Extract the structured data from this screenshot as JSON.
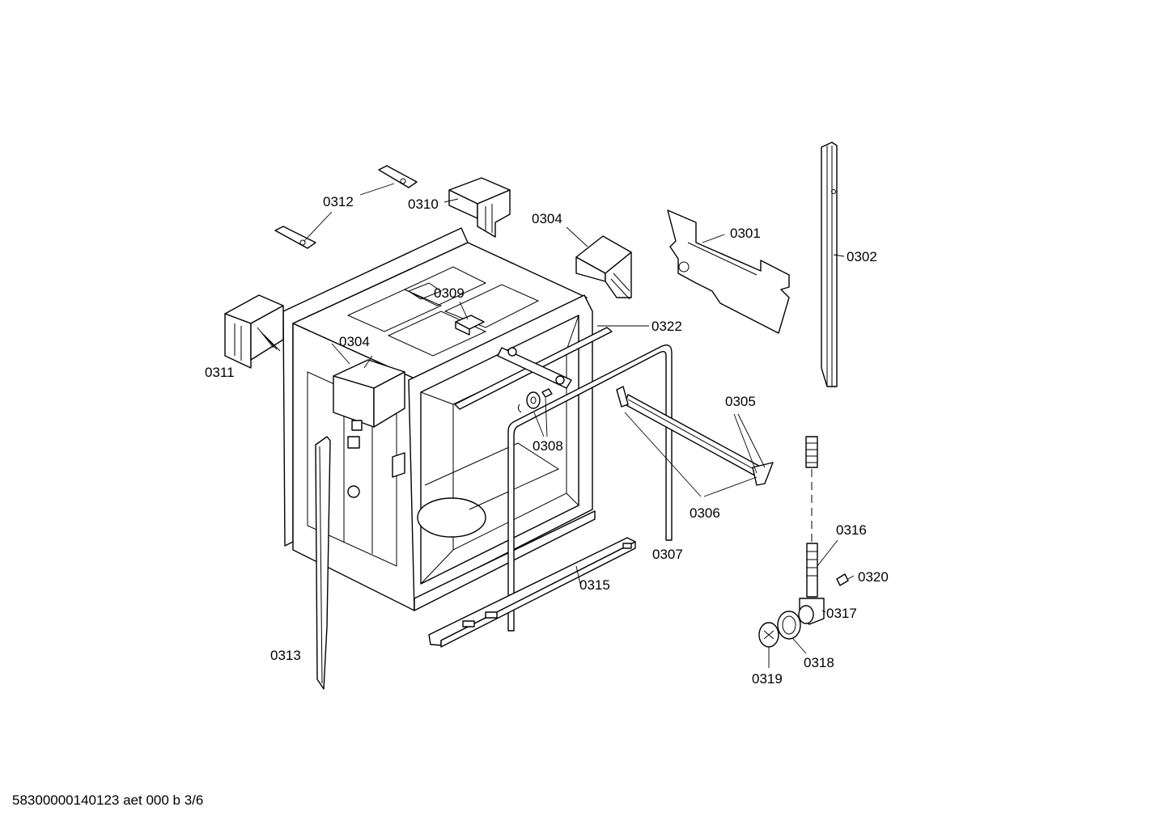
{
  "labels": {
    "p0301": "0301",
    "p0302": "0302",
    "p0304a": "0304",
    "p0304b": "0304",
    "p0305": "0305",
    "p0306": "0306",
    "p0307": "0307",
    "p0308": "0308",
    "p0309": "0309",
    "p0310": "0310",
    "p0311": "0311",
    "p0312": "0312",
    "p0313": "0313",
    "p0315": "0315",
    "p0316": "0316",
    "p0317": "0317",
    "p0318": "0318",
    "p0319": "0319",
    "p0320": "0320",
    "p0322": "0322"
  },
  "footer": {
    "code": "58300000140123 aet 000 b 3/6"
  }
}
